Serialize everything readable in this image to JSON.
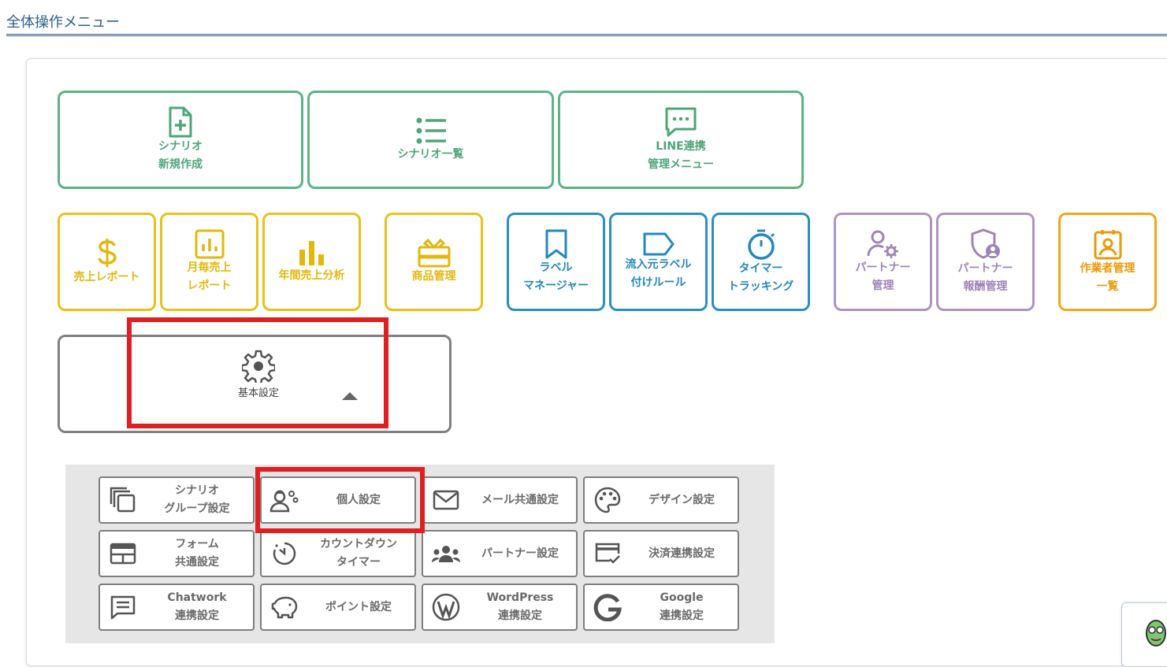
{
  "header": {
    "title": "全体操作メニュー"
  },
  "top_row": [
    {
      "label": "シナリオ\n新規作成",
      "icon": "file-plus-icon"
    },
    {
      "label": "シナリオ一覧",
      "icon": "list-icon"
    },
    {
      "label": "LINE連携\n管理メニュー",
      "icon": "chat-bubble-icon"
    }
  ],
  "second_row": [
    {
      "label": "売上レポート",
      "icon": "dollar-icon",
      "color": "#e8c21a"
    },
    {
      "label": "月毎売上\nレポート",
      "icon": "bar-chart-icon",
      "color": "#e8c21a"
    },
    {
      "label": "年間売上分析",
      "icon": "bars-icon",
      "color": "#e8c21a"
    },
    {
      "label": "商品管理",
      "icon": "gift-card-icon",
      "color": "#e8c21a"
    },
    {
      "label": "ラベル\nマネージャー",
      "icon": "bookmark-icon",
      "color": "#2b8fc2"
    },
    {
      "label": "流入元ラベル\n付けルール",
      "icon": "tag-icon",
      "color": "#2b8fc2"
    },
    {
      "label": "タイマー\nトラッキング",
      "icon": "stopwatch-icon",
      "color": "#2b8fc2"
    },
    {
      "label": "パートナー\n管理",
      "icon": "user-gear-icon",
      "color": "#ae93c4"
    },
    {
      "label": "パートナー\n報酬管理",
      "icon": "shield-user-icon",
      "color": "#ae93c4"
    },
    {
      "label": "作業者管理\n一覧",
      "icon": "id-badge-icon",
      "color": "#eea81c"
    }
  ],
  "basic_settings": {
    "label": "基本設定",
    "icon": "gear-icon"
  },
  "submenu": [
    {
      "label": "シナリオ\nグループ設定",
      "icon": "copy-icon"
    },
    {
      "label": "個人設定",
      "icon": "user-gears-icon"
    },
    {
      "label": "メール共通設定",
      "icon": "envelope-icon"
    },
    {
      "label": "デザイン設定",
      "icon": "palette-icon"
    },
    {
      "label": "フォーム\n共通設定",
      "icon": "form-icon"
    },
    {
      "label": "カウントダウン\nタイマー",
      "icon": "countdown-icon"
    },
    {
      "label": "パートナー設定",
      "icon": "people-icon"
    },
    {
      "label": "決済連携設定",
      "icon": "card-check-icon"
    },
    {
      "label": "Chatwork\n連携設定",
      "icon": "message-icon"
    },
    {
      "label": "ポイント設定",
      "icon": "piggy-bank-icon"
    },
    {
      "label": "WordPress\n連携設定",
      "icon": "wordpress-icon"
    },
    {
      "label": "Google\n連携設定",
      "icon": "google-icon"
    }
  ],
  "colors": {
    "green": "#5cb384",
    "yellow": "#e8c21a",
    "blue": "#2b8fc2",
    "purple": "#ae93c4",
    "orange": "#eea81c",
    "highlight": "#e02020"
  }
}
